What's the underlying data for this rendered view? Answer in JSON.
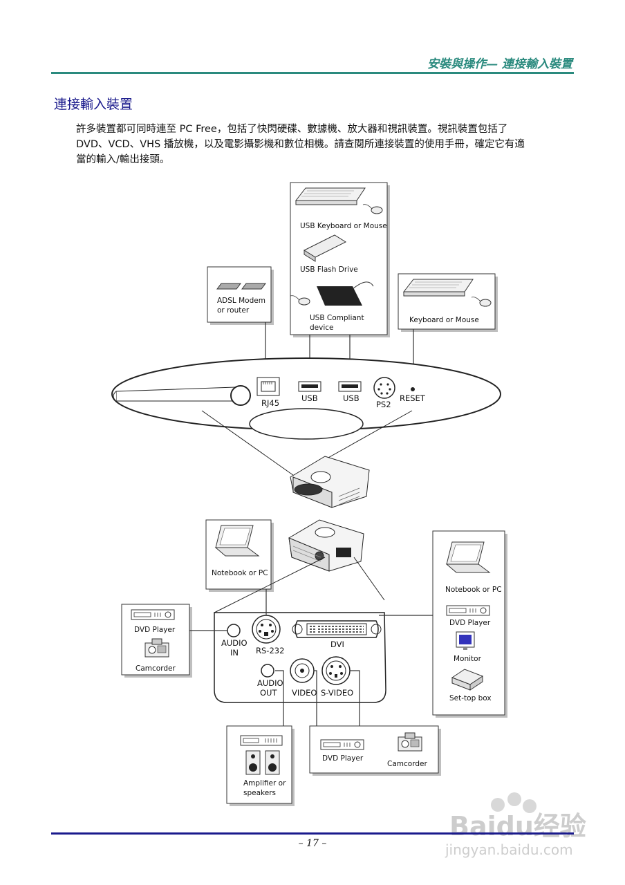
{
  "header": {
    "title": "安裝與操作— 連接輸入裝置"
  },
  "section": {
    "title": "連接輸入裝置"
  },
  "intro": {
    "line1": "許多裝置都可同時連至 PC Free，包括了快閃硬碟、數據機、放大器和視訊裝置。視訊裝置包括了",
    "line2": "DVD、VCD、VHS 播放機，以及電影攝影機和數位相機。請查閱所連接裝置的使用手冊，確定它有適",
    "line3": "當的輸入/輸出接頭。"
  },
  "top_diagram": {
    "box_usb": {
      "keyboard_mouse": "USB Keyboard or Mouse",
      "flash": "USB Flash Drive",
      "compliant_1": "USB Compliant",
      "compliant_2": "device"
    },
    "box_adsl": {
      "line1": "ADSL Modem",
      "line2": "or router"
    },
    "box_ps2": {
      "label": "Keyboard or Mouse"
    },
    "ports": {
      "rj45": "RJ45",
      "usb1": "USB",
      "usb2": "USB",
      "ps2": "PS2",
      "reset": "RESET"
    }
  },
  "bottom_diagram": {
    "box_notebook_left": {
      "label": "Notebook or PC"
    },
    "box_dvd_left": {
      "dvd": "DVD Player",
      "camcorder": "Camcorder"
    },
    "box_right": {
      "notebook": "Notebook or PC",
      "dvd": "DVD Player",
      "monitor": "Monitor",
      "settop": "Set-top box"
    },
    "box_amp": {
      "line1": "Amplifier or",
      "line2": "speakers"
    },
    "box_video": {
      "dvd": "DVD Player",
      "camcorder": "Camcorder"
    },
    "ports": {
      "audio_in_1": "AUDIO",
      "audio_in_2": "IN",
      "rs232": "RS-232",
      "dvi": "DVI",
      "audio_out_1": "AUDIO",
      "audio_out_2": "OUT",
      "video": "VIDEO",
      "svideo": "S-VIDEO"
    }
  },
  "footer": {
    "page": "– 17 –"
  },
  "watermark": {
    "brand": "Baidu经验",
    "url": "jingyan.baidu.com"
  }
}
